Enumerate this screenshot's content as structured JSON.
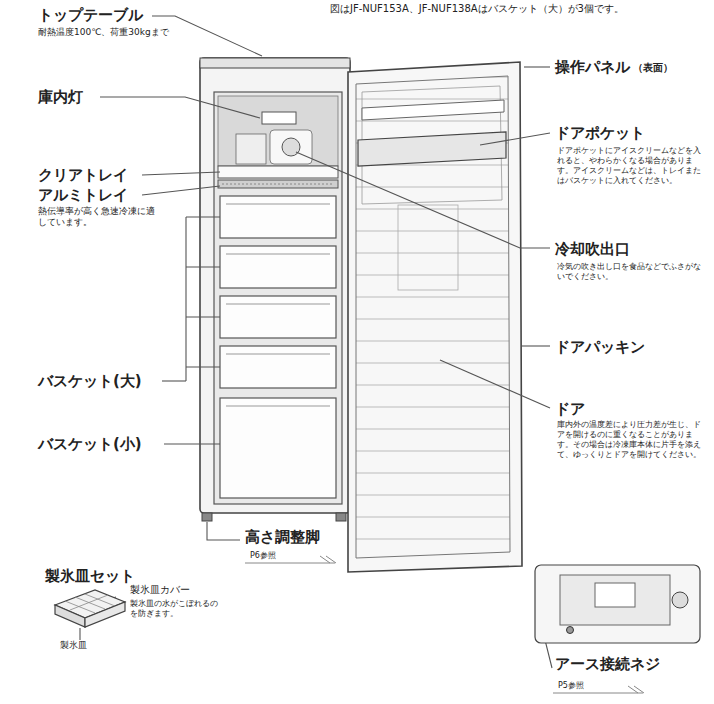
{
  "diagram": {
    "labels": [
      "図はJF-NUF153A、JF-NUF138Aはバスケット（大）が3個です。",
      "トップテーブル",
      "耐熱温度100℃、荷重30kgまで",
      "操作パネル",
      "（表面）",
      "庫内灯",
      "ドアポケット",
      "ドアポケットにアイスクリームなどを入れると、やわらかくなる場合があります。アイスクリームなどは、トレイまたはバスケットに入れてください。",
      "クリアトレイ",
      "アルミトレイ",
      "熱伝導率が高く急速冷凍に適しています。",
      "冷却吹出口",
      "冷気の吹き出し口を食品などでふさがないでください。",
      "ドアパッキン",
      "バスケット(大)",
      "ドア",
      "庫内外の温度差により圧力差が生じ、ドアを開けるのに重くなることがあります。その場合は冷凍庫本体に片手を添えて、ゆっくりとドアを開けてください。",
      "バスケット(小)",
      "高さ調整脚",
      "P6参照",
      "製氷皿セット",
      "製氷皿カバー",
      "製氷皿の水がこぼれるのを防ぎます。",
      "製氷皿",
      "アース接続ネジ",
      "P5参照"
    ]
  }
}
